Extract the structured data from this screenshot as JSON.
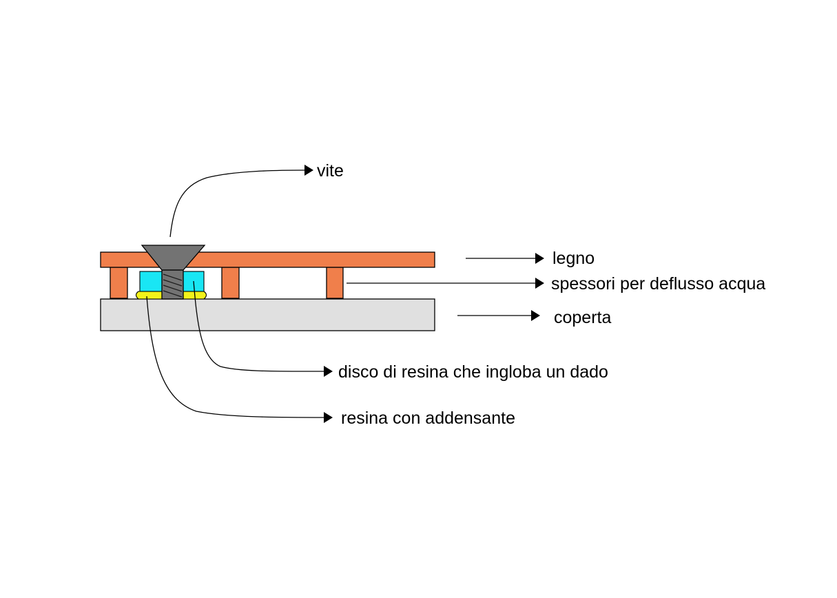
{
  "diagram": {
    "labels": {
      "screw": "vite",
      "wood": "legno",
      "spacers": "spessori per deflusso acqua",
      "deck": "coperta",
      "resin_disc": "disco di resina che ingloba un dado",
      "thickened_resin": "resina con addensante"
    },
    "colors": {
      "wood": "#f07f4b",
      "deck": "#e0e0e0",
      "resin_disc": "#19e6f4",
      "thickened_resin": "#f2f21a",
      "screw": "#737373",
      "outline": "#000000",
      "leader": "#000000",
      "background": "#ffffff"
    }
  }
}
